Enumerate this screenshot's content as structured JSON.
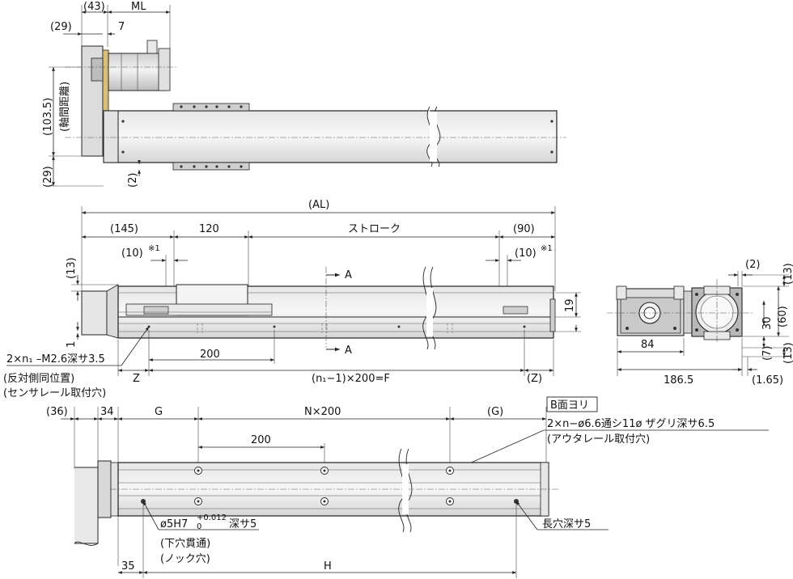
{
  "top_view": {
    "dim_43": "(43)",
    "dim_ml": "ML",
    "dim_29_top": "(29)",
    "dim_7": "7",
    "dim_103_5": "(103.5)",
    "axis_distance": "(軸間距離)",
    "dim_29_bottom": "(29)",
    "dim_2": "(2)"
  },
  "side_view": {
    "dim_al": "(AL)",
    "dim_145": "(145)",
    "dim_120": "120",
    "stroke": "ストローク",
    "dim_90": "(90)",
    "dim_10_left": "(10)",
    "note_left": "※1",
    "dim_10_right": "(10)",
    "note_right": "※1",
    "dim_13": "(13)",
    "section_top": "A",
    "section_bottom": "A",
    "dim_19": "19",
    "dim_1": "1",
    "tap_spec": "2×n₁ –M2.6深サ3.5",
    "tap_note_1": "(反対側同位置)",
    "tap_note_2": "(センサレール取付穴)",
    "dim_200": "200",
    "dim_z_left": "Z",
    "pitch_formula": "(n₁−1)×200=F",
    "dim_z_right": "(Z)"
  },
  "end_view": {
    "dim_2": "(2)",
    "dim_13_top": "(13)",
    "dim_60": "(60)",
    "dim_30": "30",
    "dim_7": "(7)",
    "dim_13_bottom": "(13)",
    "dim_84": "84",
    "dim_186_5": "186.5",
    "dim_1_65": "(1.65)"
  },
  "bottom_view": {
    "dim_36": "(36)",
    "dim_34": "34",
    "dim_g_left": "G",
    "dim_n200": "N×200",
    "dim_g_right": "(G)",
    "face_label": "B面ヨリ",
    "hole_spec": "2×n−ø6.6通シ11ø ザグリ深サ6.5",
    "hole_note": "(アウタレール取付穴)",
    "dim_200": "200",
    "pin_prefix": "ø5H7",
    "pin_tol_upper": "+0.012",
    "pin_tol_lower": "0",
    "pin_suffix": "深サ5",
    "pin_note_1": "(下穴貫通)",
    "pin_note_2": "(ノック穴)",
    "slot_spec": "長穴深サ5",
    "dim_35": "35",
    "dim_h": "H"
  }
}
